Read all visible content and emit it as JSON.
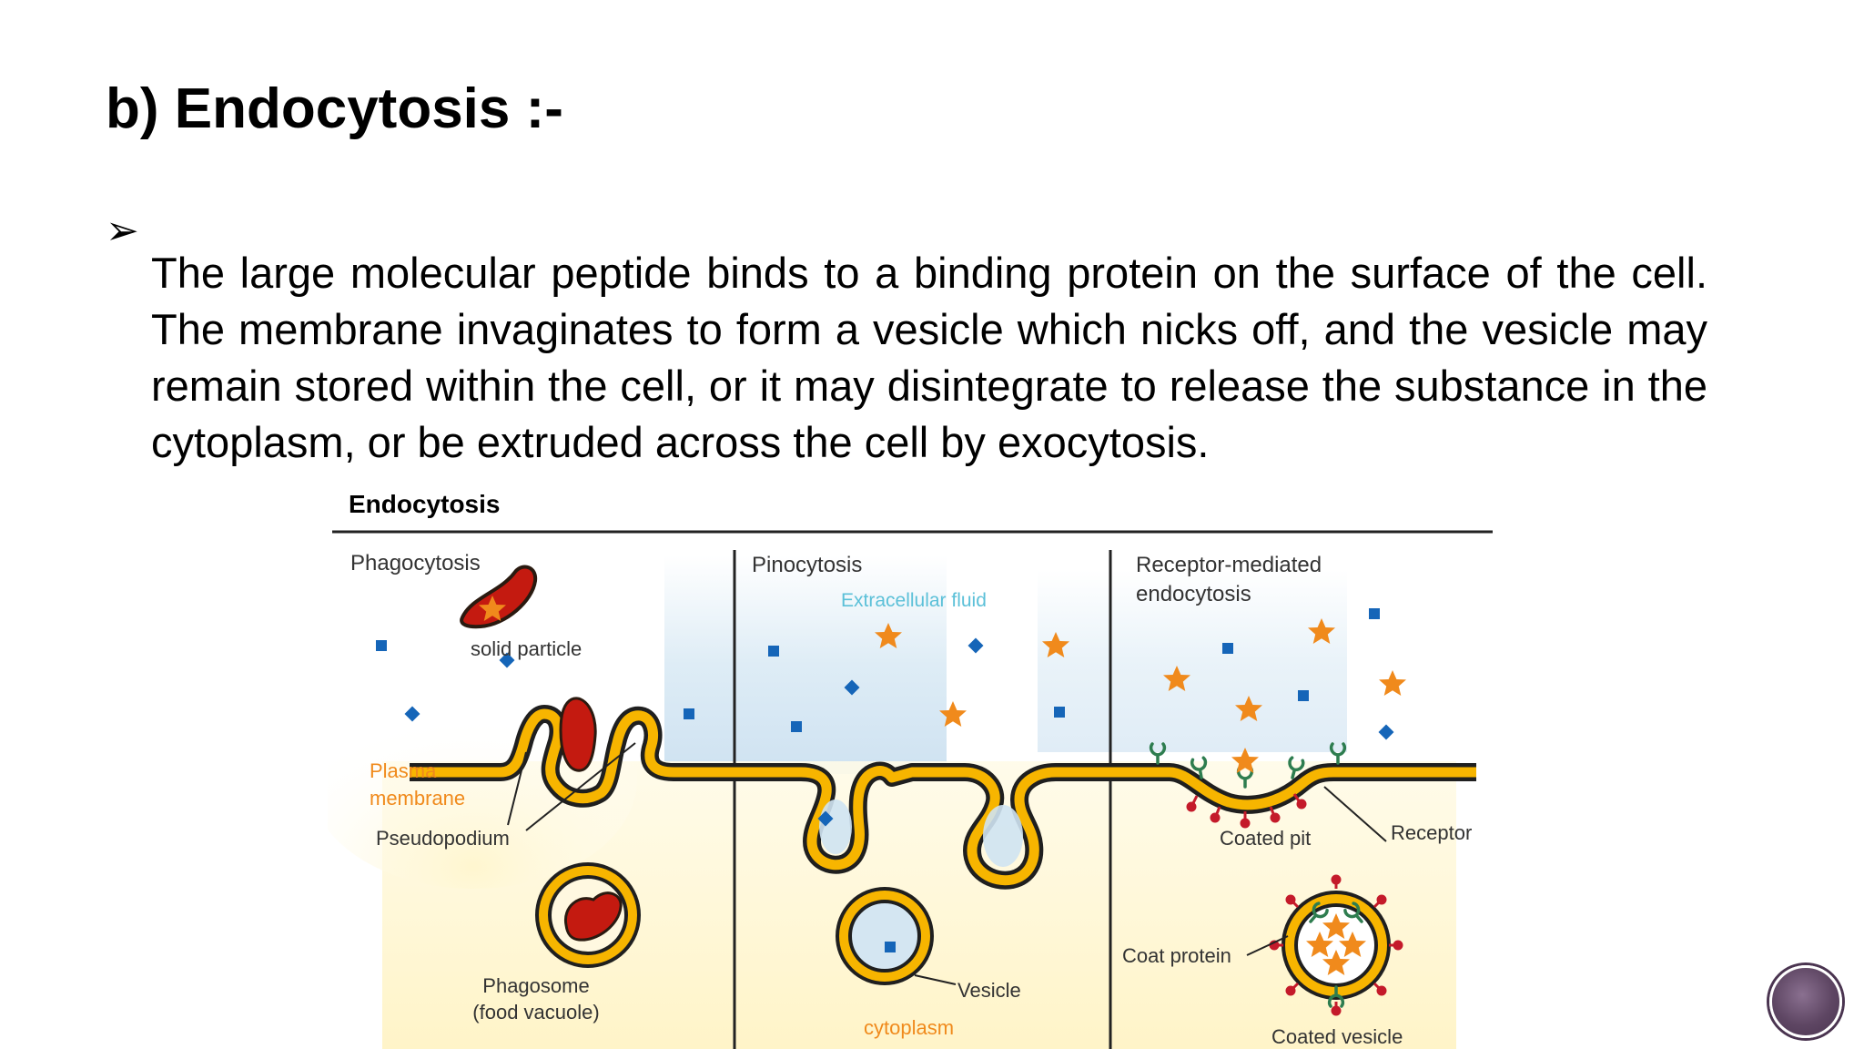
{
  "slide": {
    "title": "b) Endocytosis :-",
    "bullet_marker": "➢",
    "bullet_text": "The large molecular peptide binds to a binding protein  on the surface of the cell. The membrane invaginates to form a vesicle which nicks off, and the vesicle may remain stored within the cell, or it may disintegrate to release the substance in the cytoplasm, or be extruded across the cell by exocytosis."
  },
  "figure": {
    "title": "Endocytosis",
    "panels": {
      "phagocytosis": "Phagocytosis",
      "pinocytosis": "Pinocytosis",
      "receptor_line1": "Receptor-mediated",
      "receptor_line2": "endocytosis"
    },
    "labels": {
      "extracellular_fluid": "Extracellular fluid",
      "solid_particle": "solid particle",
      "plasma": "Plasma",
      "membrane": "membrane",
      "pseudopodium": "Pseudopodium",
      "phagosome": "Phagosome",
      "food_vacuole": "(food vacuole)",
      "vesicle": "Vesicle",
      "cytoplasm": "cytoplasm",
      "coated_pit": "Coated pit",
      "receptor": "Receptor",
      "coat_protein": "Coat protein",
      "coated_vesicle": "Coated vesicle"
    },
    "colors": {
      "membrane_fill": "#f7b500",
      "particle": "#c41a10",
      "molecule_square": "#1565b8",
      "star": "#f08a1c",
      "receptor": "#2e7d4f",
      "coat": "#c41a2a",
      "extracellular_label": "#5bc0d8",
      "orange_label": "#f08a1c"
    }
  }
}
